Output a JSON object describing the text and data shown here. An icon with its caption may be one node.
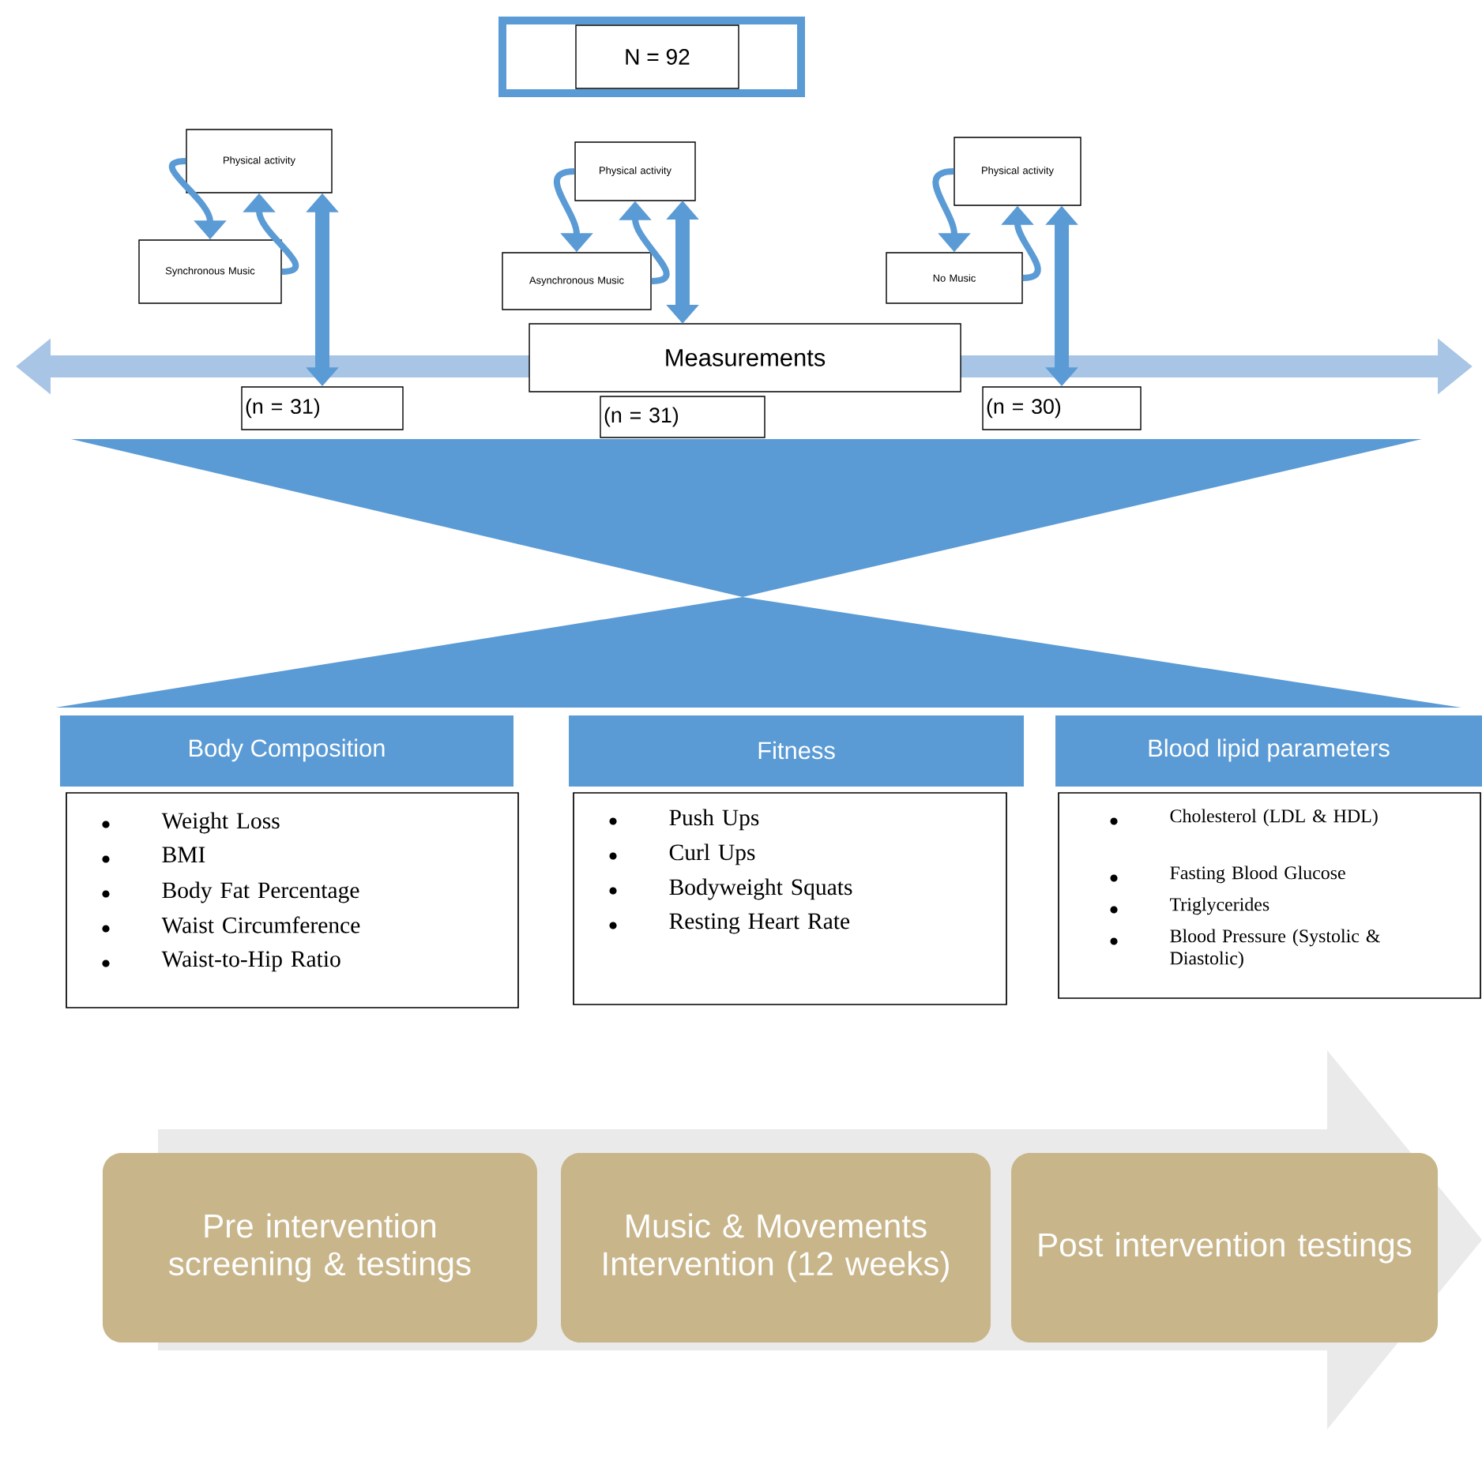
{
  "diagram": {
    "nodes": [
      {
        "text": [
          "N = 92"
        ]
      },
      {
        "text": [
          "Physical activity"
        ]
      },
      {
        "text": [
          "Synchronous Music"
        ]
      },
      {
        "text": [
          "(n = 31)"
        ]
      },
      {
        "text": [
          "Physical activity"
        ]
      },
      {
        "text": [
          "Asynchronous Music"
        ]
      },
      {
        "text": [
          "(n = 31)"
        ]
      },
      {
        "text": [
          "Physical activity"
        ]
      },
      {
        "text": [
          "No Music"
        ]
      },
      {
        "text": [
          "(n = 30)"
        ]
      },
      {
        "text": [
          "Measurements"
        ]
      },
      {
        "text": [
          "Body Composition",
          "Weight Loss",
          "BMI",
          "Body Fat Percentage",
          "Waist Circumference",
          "Waist-to-Hip Ratio"
        ]
      },
      {
        "text": [
          "Fitness",
          "Push Ups",
          "Curl Ups",
          "Bodyweight Squats",
          "Resting Heart Rate"
        ]
      },
      {
        "text": [
          "Blood lipid parameters",
          "Cholesterol (LDL & HDL)",
          "Fasting Blood Glucose",
          "Triglycerides",
          "Blood Pressure (Systolic & Diastolic)"
        ]
      },
      {
        "text": [
          "Pre intervention screening & testings"
        ]
      },
      {
        "text": [
          "Music & Movements Intervention (12 weeks)"
        ]
      },
      {
        "text": [
          "Post intervention testings"
        ]
      }
    ],
    "edges": [
      {
        "from": 1,
        "to": 2,
        "arrow": "to"
      },
      {
        "from": 2,
        "to": 1,
        "arrow": "to"
      },
      {
        "from": 3,
        "to": 1,
        "arrow": "both",
        "style": "thick"
      },
      {
        "from": 4,
        "to": 5,
        "arrow": "to"
      },
      {
        "from": 5,
        "to": 4,
        "arrow": "to"
      },
      {
        "from": 10,
        "to": 4,
        "arrow": "both",
        "style": "thick"
      },
      {
        "from": 7,
        "to": 8,
        "arrow": "to"
      },
      {
        "from": 8,
        "to": 7,
        "arrow": "to"
      },
      {
        "from": 9,
        "to": 7,
        "arrow": "both",
        "style": "thick"
      }
    ]
  }
}
